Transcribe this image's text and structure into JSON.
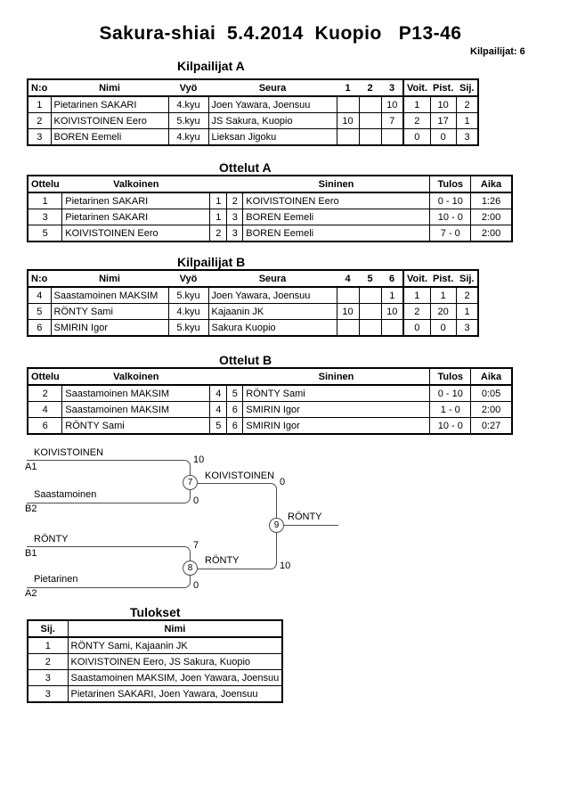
{
  "title": "Sakura-shiai  5.4.2014  Kuopio   P13-46",
  "competitors_label": "Kilpailijat: 6",
  "pool_a": {
    "title": "Kilpailijat A",
    "headers": {
      "no": "N:o",
      "name": "Nimi",
      "belt": "Vyö",
      "club": "Seura",
      "r1": "1",
      "r2": "2",
      "r3": "3",
      "wins": "Voit.",
      "points": "Pist.",
      "place": "Sij."
    },
    "rows": [
      {
        "no": "1",
        "name": "Pietarinen SAKARI",
        "belt": "4.kyu",
        "club": "Joen Yawara, Joensuu",
        "r1": "",
        "r2": "",
        "r3": "10",
        "wins": "1",
        "points": "10",
        "place": "2"
      },
      {
        "no": "2",
        "name": "KOIVISTOINEN Eero",
        "belt": "5.kyu",
        "club": "JS Sakura, Kuopio",
        "r1": "10",
        "r2": "",
        "r3": "7",
        "wins": "2",
        "points": "17",
        "place": "1"
      },
      {
        "no": "3",
        "name": "BOREN Eemeli",
        "belt": "4.kyu",
        "club": "Lieksan Jigoku",
        "r1": "",
        "r2": "",
        "r3": "",
        "wins": "0",
        "points": "0",
        "place": "3"
      }
    ]
  },
  "matches_a": {
    "title": "Ottelut A",
    "headers": {
      "match": "Ottelu",
      "white": "Valkoinen",
      "blue": "Sininen",
      "result": "Tulos",
      "time": "Aika"
    },
    "rows": [
      {
        "match": "1",
        "white": "Pietarinen SAKARI",
        "wno": "1",
        "bno": "2",
        "blue": "KOIVISTOINEN Eero",
        "result": "0 - 10",
        "time": "1:26"
      },
      {
        "match": "3",
        "white": "Pietarinen SAKARI",
        "wno": "1",
        "bno": "3",
        "blue": "BOREN Eemeli",
        "result": "10 - 0",
        "time": "2:00"
      },
      {
        "match": "5",
        "white": "KOIVISTOINEN Eero",
        "wno": "2",
        "bno": "3",
        "blue": "BOREN Eemeli",
        "result": "7 - 0",
        "time": "2:00"
      }
    ]
  },
  "pool_b": {
    "title": "Kilpailijat B",
    "headers": {
      "no": "N:o",
      "name": "Nimi",
      "belt": "Vyö",
      "club": "Seura",
      "r1": "4",
      "r2": "5",
      "r3": "6",
      "wins": "Voit.",
      "points": "Pist.",
      "place": "Sij."
    },
    "rows": [
      {
        "no": "4",
        "name": "Saastamoinen MAKSIM",
        "belt": "5.kyu",
        "club": "Joen Yawara, Joensuu",
        "r1": "",
        "r2": "",
        "r3": "1",
        "wins": "1",
        "points": "1",
        "place": "2"
      },
      {
        "no": "5",
        "name": "RÖNTY Sami",
        "belt": "4.kyu",
        "club": "Kajaanin JK",
        "r1": "10",
        "r2": "",
        "r3": "10",
        "wins": "2",
        "points": "20",
        "place": "1"
      },
      {
        "no": "6",
        "name": "SMIRIN Igor",
        "belt": "5.kyu",
        "club": "Sakura Kuopio",
        "r1": "",
        "r2": "",
        "r3": "",
        "wins": "0",
        "points": "0",
        "place": "3"
      }
    ]
  },
  "matches_b": {
    "title": "Ottelut B",
    "headers": {
      "match": "Ottelu",
      "white": "Valkoinen",
      "blue": "Sininen",
      "result": "Tulos",
      "time": "Aika"
    },
    "rows": [
      {
        "match": "2",
        "white": "Saastamoinen MAKSIM",
        "wno": "4",
        "bno": "5",
        "blue": "RÖNTY Sami",
        "result": "0 - 10",
        "time": "0:05"
      },
      {
        "match": "4",
        "white": "Saastamoinen MAKSIM",
        "wno": "4",
        "bno": "6",
        "blue": "SMIRIN Igor",
        "result": "1 - 0",
        "time": "2:00"
      },
      {
        "match": "6",
        "white": "RÖNTY Sami",
        "wno": "5",
        "bno": "6",
        "blue": "SMIRIN Igor",
        "result": "10 - 0",
        "time": "0:27"
      }
    ]
  },
  "bracket": {
    "semi1": {
      "top_name": "KOIVISTOINEN",
      "top_seed": "A1",
      "top_score": "10",
      "bottom_name": "Saastamoinen",
      "bottom_seed": "B2",
      "bottom_score": "0",
      "match_no": "7",
      "winner_name": "KOIVISTOINEN",
      "winner_score": "0"
    },
    "semi2": {
      "top_name": "RÖNTY",
      "top_seed": "B1",
      "top_score": "7",
      "bottom_name": "Pietarinen",
      "bottom_seed": "A2",
      "bottom_score": "0",
      "match_no": "8",
      "winner_name": "RÖNTY",
      "winner_score": "10"
    },
    "final": {
      "match_no": "9",
      "winner_name": "RÖNTY"
    }
  },
  "results": {
    "title": "Tulokset",
    "headers": {
      "place": "Sij.",
      "name": "Nimi"
    },
    "rows": [
      {
        "place": "1",
        "name": "RÖNTY Sami, Kajaanin JK"
      },
      {
        "place": "2",
        "name": "KOIVISTOINEN Eero, JS Sakura, Kuopio"
      },
      {
        "place": "3",
        "name": "Saastamoinen MAKSIM, Joen Yawara, Joensuu"
      },
      {
        "place": "3",
        "name": "Pietarinen SAKARI, Joen Yawara, Joensuu"
      }
    ]
  }
}
